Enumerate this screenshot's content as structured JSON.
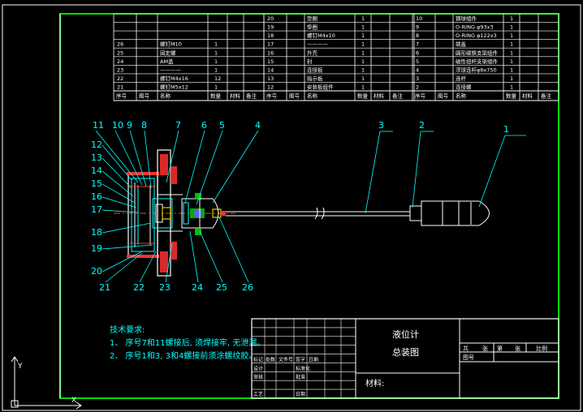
{
  "bom_left": {
    "rows": [
      {
        "no": "26",
        "name": "螺钉M10",
        "qty": "1"
      },
      {
        "no": "25",
        "name": "固定螺",
        "qty": "1"
      },
      {
        "no": "24",
        "name": "AM盖",
        "qty": "1"
      },
      {
        "no": "23",
        "name": "————",
        "qty": "1"
      },
      {
        "no": "22",
        "name": "螺钉M4x16",
        "qty": "12"
      },
      {
        "no": "21",
        "name": "螺钉M5x12",
        "qty": "1"
      }
    ],
    "header": [
      "序号",
      "图号",
      "名称",
      "数量",
      "材料",
      "备注"
    ]
  },
  "bom_mid": {
    "rows": [
      {
        "no": "20",
        "name": "垫圈",
        "qty": "1"
      },
      {
        "no": "19",
        "name": "垫圈",
        "qty": "1"
      },
      {
        "no": "18",
        "name": "螺钉M4x10",
        "qty": "1"
      },
      {
        "no": "17",
        "name": "————",
        "qty": "1"
      },
      {
        "no": "16",
        "name": "外壳",
        "qty": "1"
      },
      {
        "no": "15",
        "name": "封",
        "qty": "1"
      },
      {
        "no": "14",
        "name": "连接板",
        "qty": "1"
      },
      {
        "no": "13",
        "name": "指示板",
        "qty": "1"
      },
      {
        "no": "12",
        "name": "安装板组件",
        "qty": "1"
      }
    ],
    "header": [
      "序号",
      "图号",
      "名称",
      "数量",
      "材料",
      "备注"
    ]
  },
  "bom_right": {
    "rows": [
      {
        "no": "10",
        "name": "钢球组件",
        "qty": "1"
      },
      {
        "no": "9",
        "name": "O-RING φ93x3",
        "qty": "1"
      },
      {
        "no": "8",
        "name": "O-RING φ122x3",
        "qty": "1"
      },
      {
        "no": "7",
        "name": "端盖",
        "qty": "1"
      },
      {
        "no": "6",
        "name": "圆形磁铁支架组件",
        "qty": "1"
      },
      {
        "no": "5",
        "name": "磁性扭杆支架组件",
        "qty": "1"
      },
      {
        "no": "4",
        "name": "浮球连杆φ8x750",
        "qty": "1"
      },
      {
        "no": "3",
        "name": "连杆",
        "qty": "1"
      },
      {
        "no": "2",
        "name": "连接螺",
        "qty": "1"
      }
    ],
    "header": [
      "序号",
      "图号",
      "名称",
      "数量",
      "材料",
      "备注"
    ]
  },
  "callouts_top": [
    "11",
    "10",
    "9",
    "8",
    "7",
    "6",
    "5",
    "4",
    "3",
    "2",
    "1"
  ],
  "callouts_left": [
    "12",
    "13",
    "14",
    "15",
    "16",
    "17",
    "18",
    "19",
    "20"
  ],
  "callouts_bottom": [
    "21",
    "22",
    "23",
    "24",
    "25",
    "26"
  ],
  "notes": {
    "title": "技术要求:",
    "line1": "1、 序号7和11螺接后, 须焊接牢, 无泄漏。",
    "line2": "2、 序号1和3, 3和4螺接前须涂螺纹胶。"
  },
  "title_block": {
    "title": "液位计",
    "subtitle": "总装图",
    "material_label": "材料:",
    "header_cells": [
      "标记",
      "处数",
      "文件号",
      "签字",
      "日期"
    ],
    "role_labels": [
      "设计",
      "审核",
      "工艺"
    ],
    "role_right": [
      "标准化",
      "批准",
      "日期"
    ],
    "right_header": [
      "共",
      "张",
      "第",
      "张",
      "比例"
    ],
    "right_row": [
      "图号"
    ]
  },
  "colors": {
    "border": "#00e000",
    "frame": "#ffffff",
    "cyan": "#00ffff",
    "red": "#ff3030",
    "green": "#00d000",
    "yellow": "#ffff00",
    "blue": "#6060ff"
  }
}
